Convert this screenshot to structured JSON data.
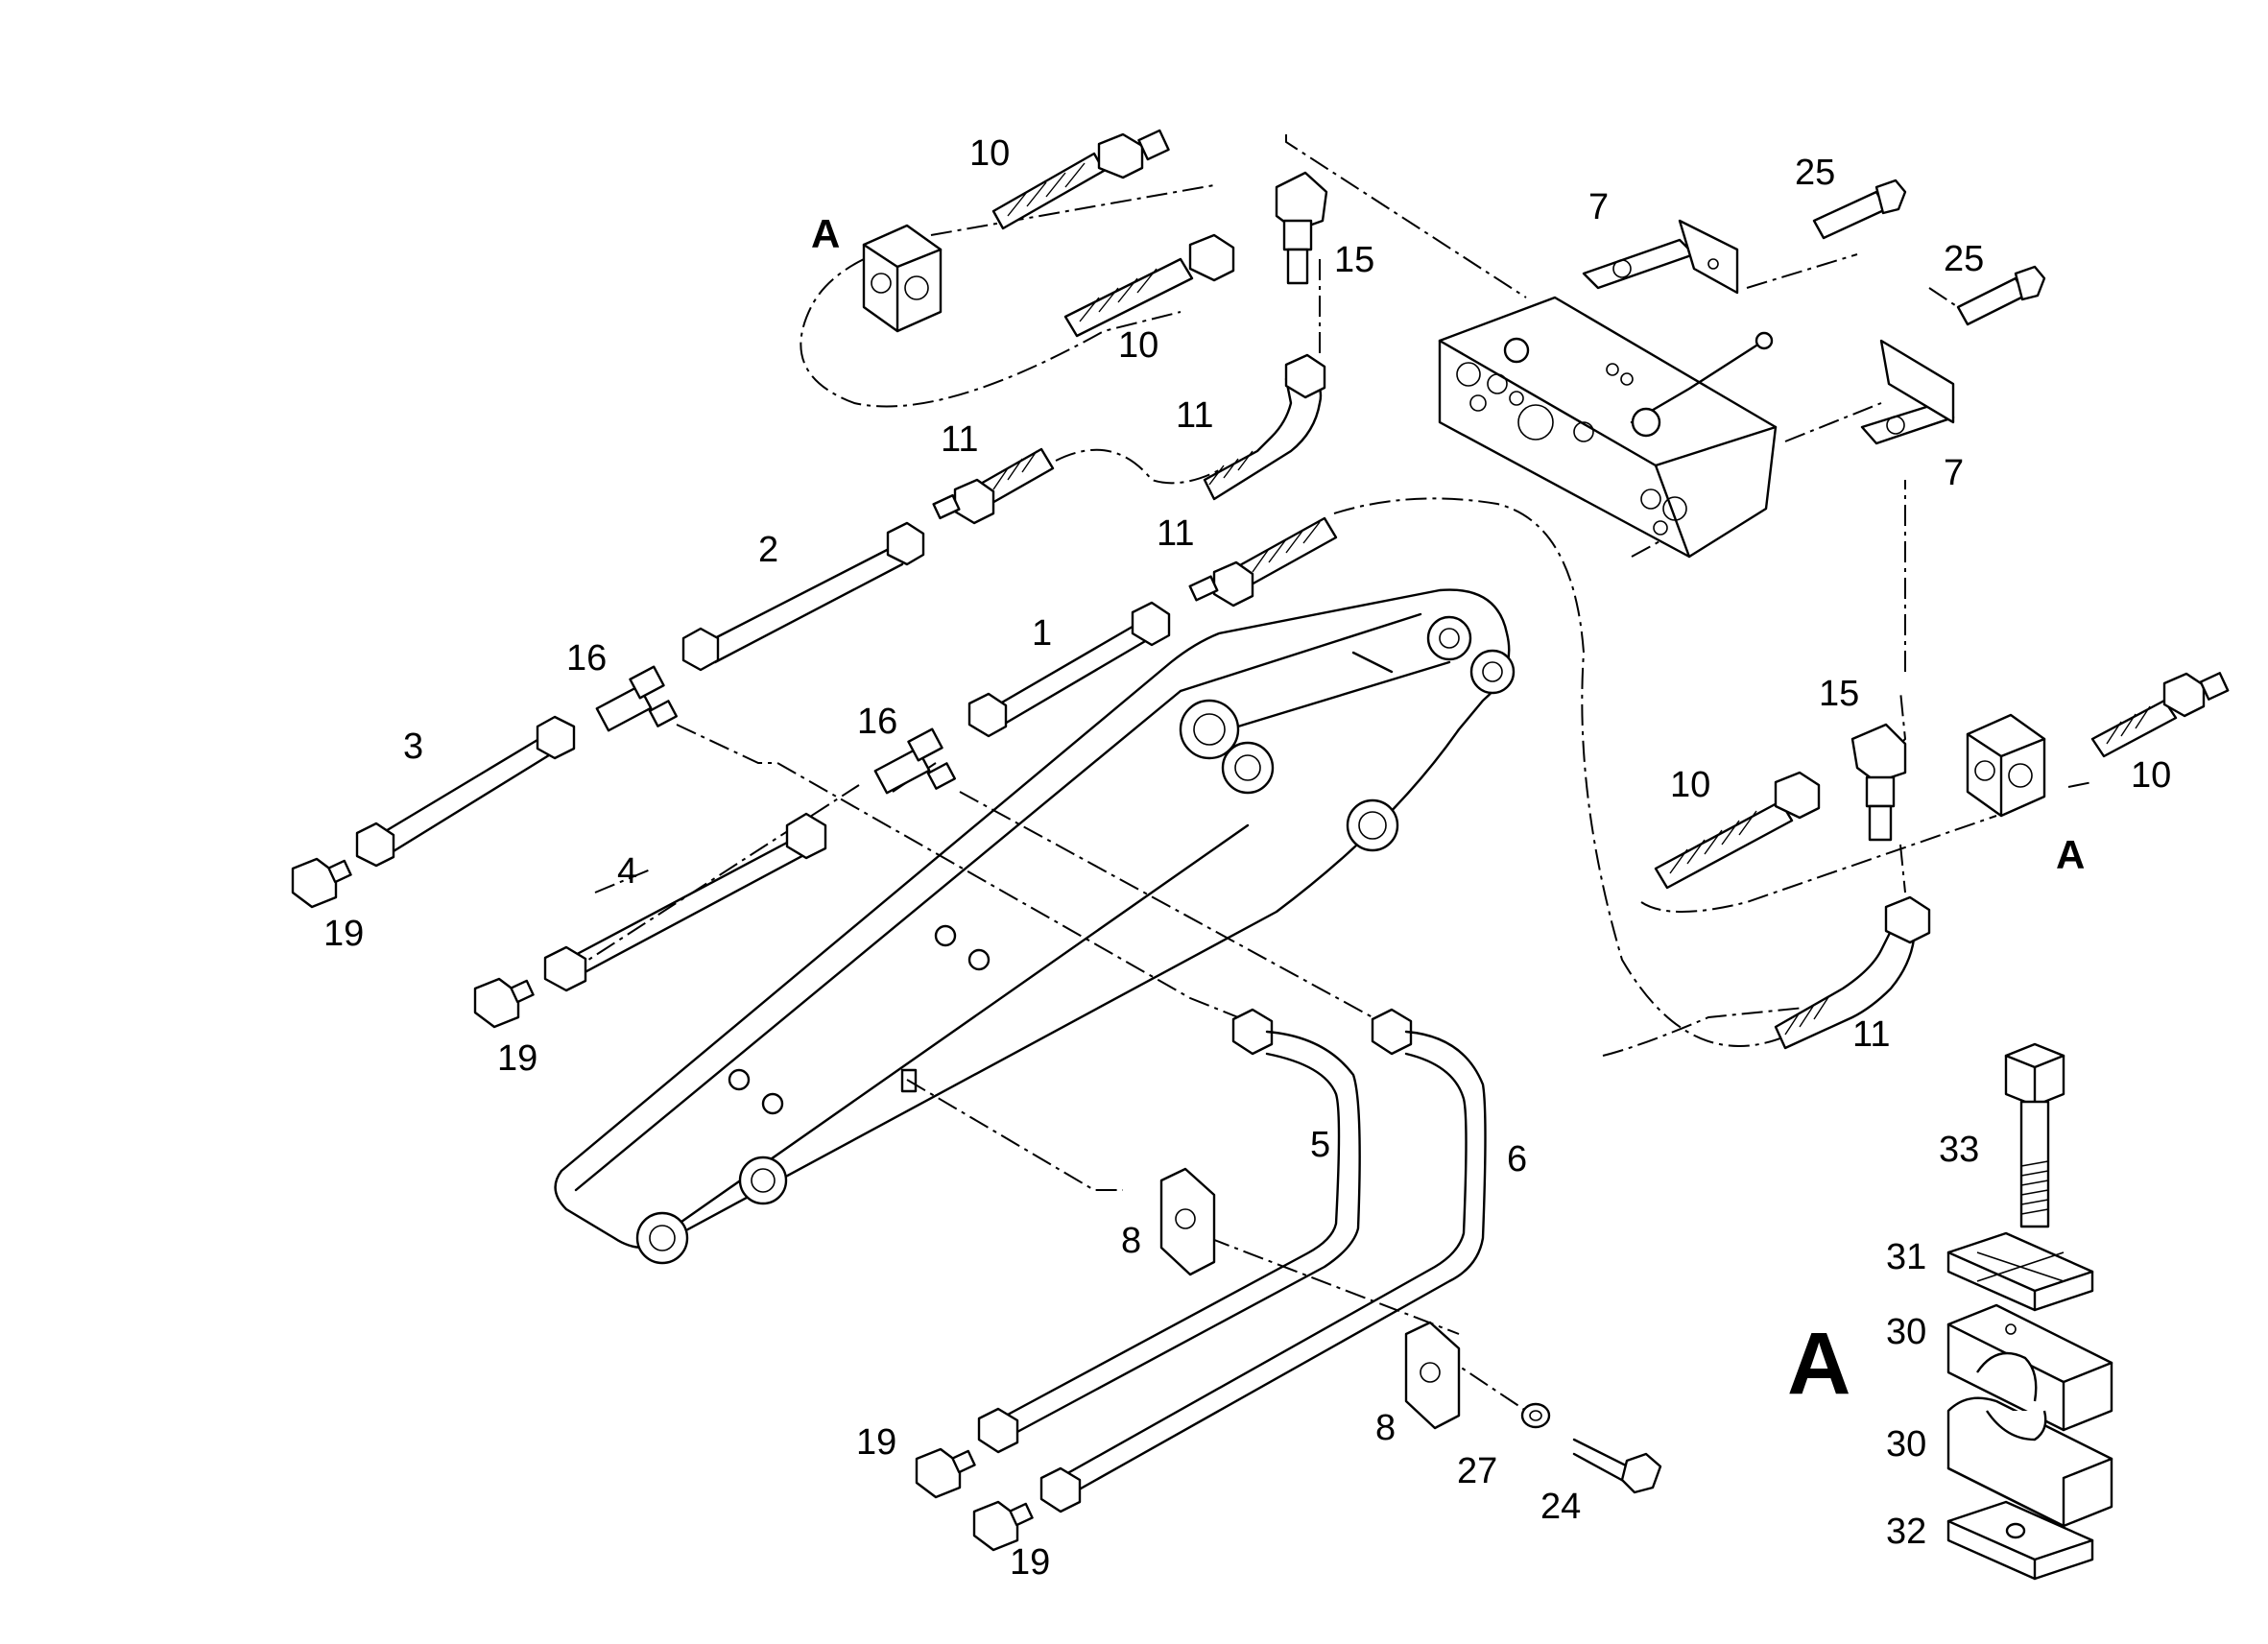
{
  "labels": {
    "n1": "1",
    "n2": "2",
    "n3": "3",
    "n4": "4",
    "n5": "5",
    "n6": "6",
    "n7a": "7",
    "n7b": "7",
    "n8a": "8",
    "n8b": "8",
    "n10a": "10",
    "n10b": "10",
    "n10c": "10",
    "n10d": "10",
    "n11a": "11",
    "n11b": "11",
    "n11c": "11",
    "n11d": "11",
    "n15a": "15",
    "n15b": "15",
    "n16a": "16",
    "n16b": "16",
    "n19a": "19",
    "n19b": "19",
    "n19c": "19",
    "n19d": "19",
    "n24": "24",
    "n25a": "25",
    "n25b": "25",
    "n27": "27",
    "n30a": "30",
    "n30b": "30",
    "n31": "31",
    "n32": "32",
    "n33": "33",
    "detail_a1": "A",
    "detail_a2": "A",
    "detail_big": "A"
  }
}
